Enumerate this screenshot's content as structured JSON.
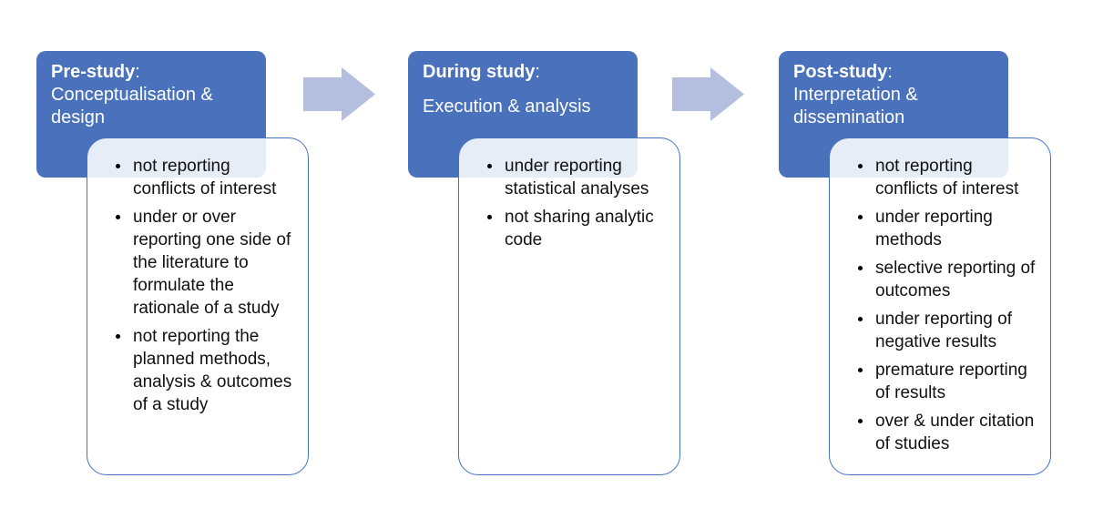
{
  "colors": {
    "header_bg": "#4a71bc",
    "content_box_border": "#4472c4",
    "arrow_fill": "#b4bedf",
    "header_text": "#ffffff",
    "body_text": "#111111",
    "overlap_tint": "#e8ecf6"
  },
  "icons": {
    "flow_arrow": "right-block-arrow"
  },
  "stages": [
    {
      "title": "Pre-study",
      "title_suffix": ":",
      "subtitle": "Conceptualisation & design",
      "bullets": [
        "not reporting conflicts of interest",
        "under or over reporting one side of the literature to formulate the rationale of a study",
        "not reporting the planned methods, analysis & outcomes of a study"
      ]
    },
    {
      "title": "During study",
      "title_suffix": ":",
      "subtitle": "Execution & analysis",
      "bullets": [
        "under reporting statistical analyses",
        "not sharing analytic code"
      ]
    },
    {
      "title": "Post-study",
      "title_suffix": ":",
      "subtitle": "Interpretation & dissemination",
      "bullets": [
        "not reporting conflicts of interest",
        "under reporting methods",
        "selective reporting of outcomes",
        "under reporting of negative results",
        "premature reporting of results",
        "over & under citation of studies"
      ]
    }
  ]
}
